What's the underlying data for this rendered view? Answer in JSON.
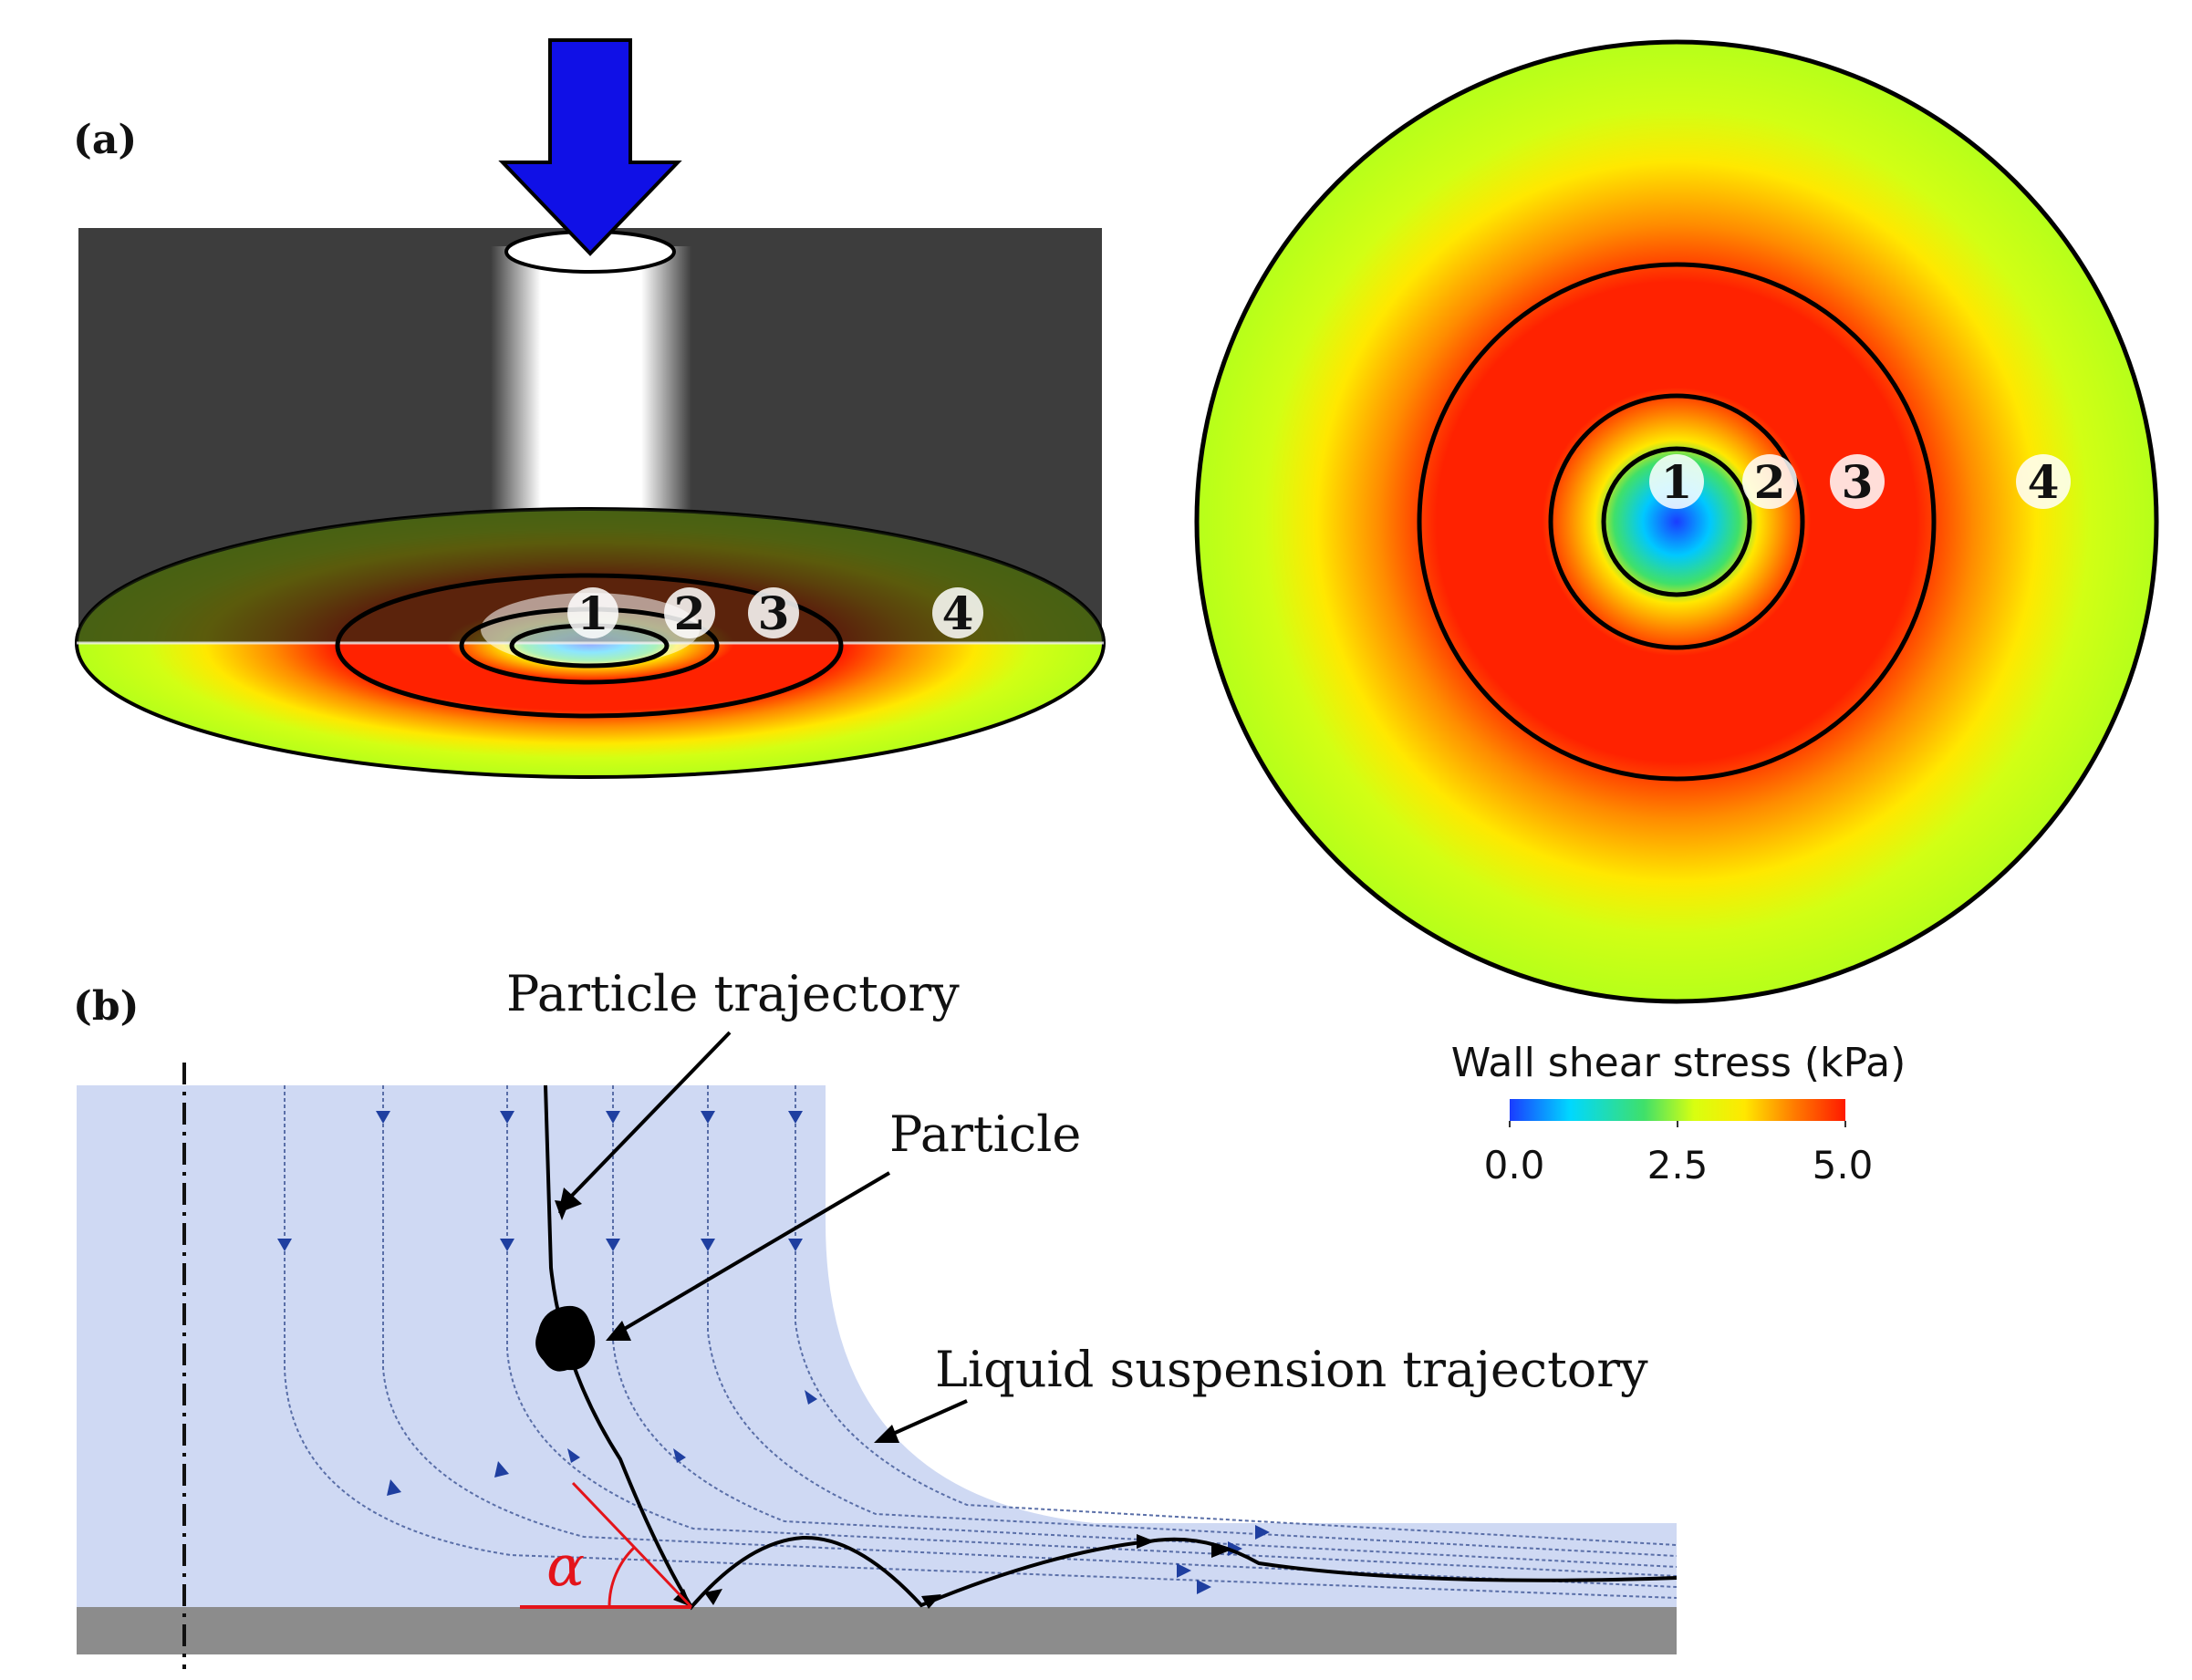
{
  "panels": {
    "a": {
      "label": "(a)"
    },
    "b": {
      "label": "(b)"
    }
  },
  "zones": [
    "1",
    "2",
    "3",
    "4"
  ],
  "colorbar": {
    "title": "Wall shear stress (kPa)",
    "ticks": [
      "0.0",
      "2.5",
      "5.0"
    ],
    "colors": [
      "#1a3cff",
      "#00d8ff",
      "#3fe06a",
      "#d8ff10",
      "#ffe800",
      "#ff7a00",
      "#ff1a00"
    ]
  },
  "callouts": {
    "particle_trajectory": "Particle trajectory",
    "particle": "Particle",
    "liquid_trajectory": "Liquid suspension trajectory"
  },
  "angle_symbol": "α",
  "colors": {
    "jet_arrow": "#1010e6",
    "nozzle_body": "#3d3d3d",
    "fluid": "#cfd9f3",
    "wall": "#8c8c8c",
    "streamline": "#1f3fa0",
    "angle": "#e4141a"
  }
}
